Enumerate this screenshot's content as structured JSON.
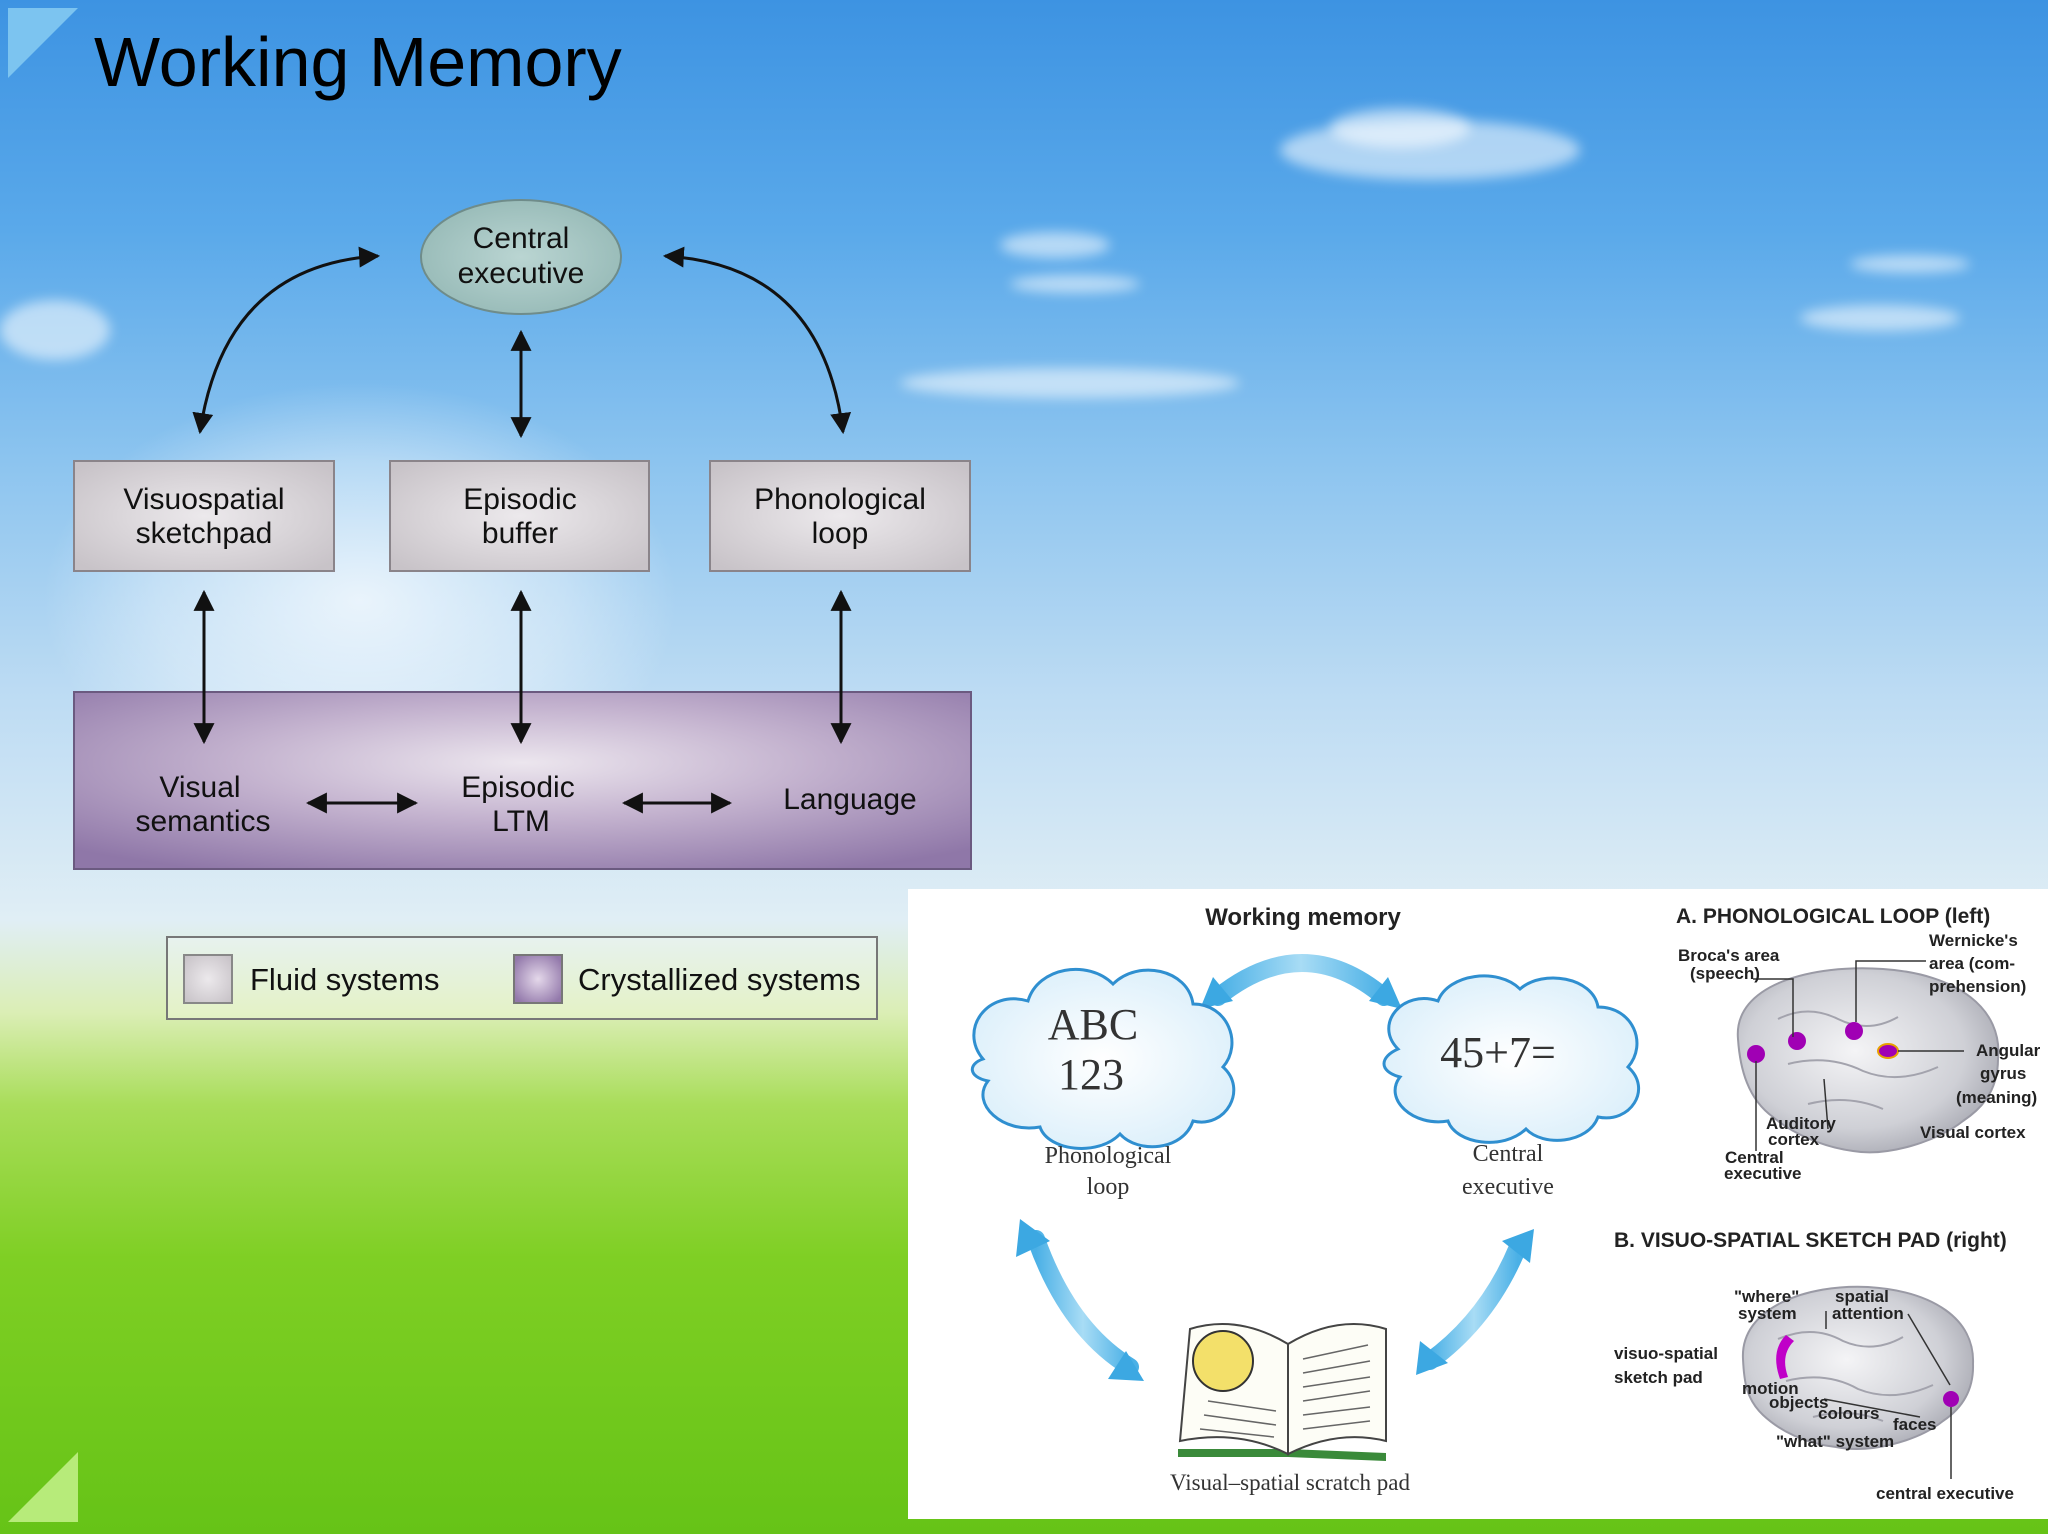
{
  "slide": {
    "title": "Working Memory"
  },
  "left_diagram": {
    "central": [
      "Central",
      "executive"
    ],
    "boxes": [
      [
        "Visuospatial",
        "sketchpad"
      ],
      [
        "Episodic",
        "buffer"
      ],
      [
        "Phonological",
        "loop"
      ]
    ],
    "bottom": [
      [
        "Visual",
        "semantics"
      ],
      [
        "Episodic",
        "LTM"
      ],
      [
        "Language"
      ]
    ],
    "legend": {
      "fluid": "Fluid systems",
      "crystallized": "Crystallized systems"
    },
    "colors": {
      "fluid_box": "#ccc6cc",
      "crystallized_band": "#9c86b0",
      "central_ellipse": "#a7c6c3"
    }
  },
  "right_diagram": {
    "title": "Working memory",
    "phonological_cloud_text": [
      "ABC",
      "123"
    ],
    "phonological_label": [
      "Phonological",
      "loop"
    ],
    "executive_cloud_text": "45+7=",
    "executive_label": [
      "Central",
      "executive"
    ],
    "scratch_pad_label": "Visual–spatial scratch pad"
  },
  "brain_panel": {
    "section_a": "A. PHONOLOGICAL LOOP (left)",
    "section_a_labels": {
      "broca": [
        "Broca's area",
        "(speech)"
      ],
      "wernicke": [
        "Wernicke's",
        "area (com-",
        "prehension)"
      ],
      "angular": [
        "Angular",
        "gyrus",
        "(meaning)"
      ],
      "auditory": [
        "Auditory",
        "cortex"
      ],
      "central": [
        "Central",
        "executive"
      ],
      "visual_cortex": "Visual cortex"
    },
    "section_b": "B. VISUO-SPATIAL SKETCH PAD (right)",
    "section_b_labels": {
      "where": [
        "\"where\"",
        "system"
      ],
      "spatial": [
        "spatial",
        "attention"
      ],
      "sketch": [
        "visuo-spatial",
        "sketch pad"
      ],
      "motion": "motion",
      "objects": "objects",
      "colours": "colours",
      "faces": "faces",
      "what": "\"what\" system",
      "central": "central executive"
    }
  }
}
